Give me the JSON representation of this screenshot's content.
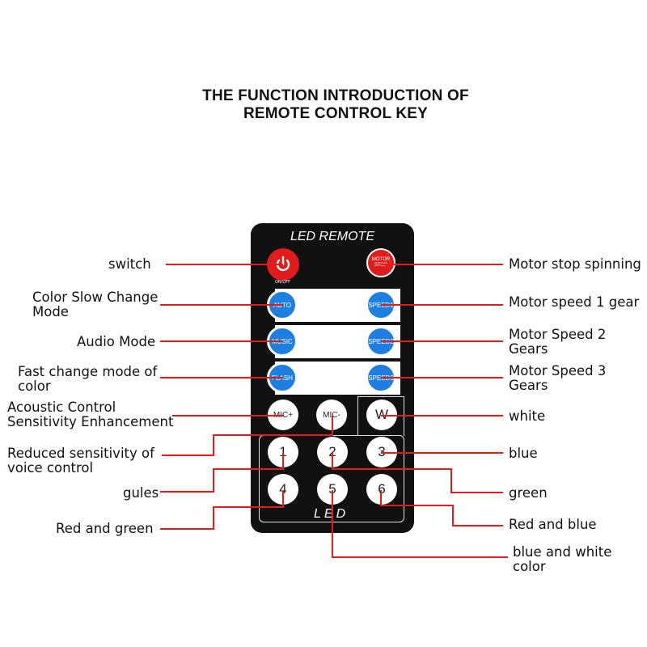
{
  "title_line1": "THE FUNCTION INTRODUCTION OF",
  "title_line2": "REMOTE CONTROL KEY",
  "remote": {
    "title": "LED REMOTE",
    "onoff": "ON/OFF",
    "motor_stop": "MOTOR STOP",
    "auto": "AUTO",
    "speed1": "SPEED1",
    "music": "MUSIC",
    "speed2": "SPEED2",
    "flash": "FLASH",
    "speed3": "SPEED3",
    "mic_plus": "MIC+",
    "mic_minus": "MIC-",
    "w": "W",
    "n1": "1",
    "n2": "2",
    "n3": "3",
    "n4": "4",
    "n5": "5",
    "n6": "6",
    "led": "LED"
  },
  "labels": {
    "switch": "switch",
    "color_slow_1": "Color Slow Change",
    "color_slow_2": "Mode",
    "audio_mode": "Audio Mode",
    "fast_change_1": "Fast change mode of",
    "fast_change_2": "color",
    "acoustic_1": "Acoustic Control",
    "acoustic_2": "Sensitivity Enhancement",
    "reduced_1": "Reduced sensitivity of",
    "reduced_2": "voice control",
    "gules": "gules",
    "red_green": "Red and green",
    "motor_stop_spinning": "Motor stop spinning",
    "motor_speed1": "Motor speed 1 gear",
    "motor_speed2_1": "Motor Speed 2",
    "motor_speed2_2": "Gears",
    "motor_speed3_1": "Motor Speed 3",
    "motor_speed3_2": "Gears",
    "white": "white",
    "blue": "blue",
    "green": "green",
    "red_blue": "Red and blue",
    "blue_white_1": "blue and white",
    "blue_white_2": "color"
  },
  "colors": {
    "line": "#e01c1c",
    "button_blue": "#1e7fe0",
    "button_red": "#e01c1c",
    "remote_body": "#111111"
  }
}
